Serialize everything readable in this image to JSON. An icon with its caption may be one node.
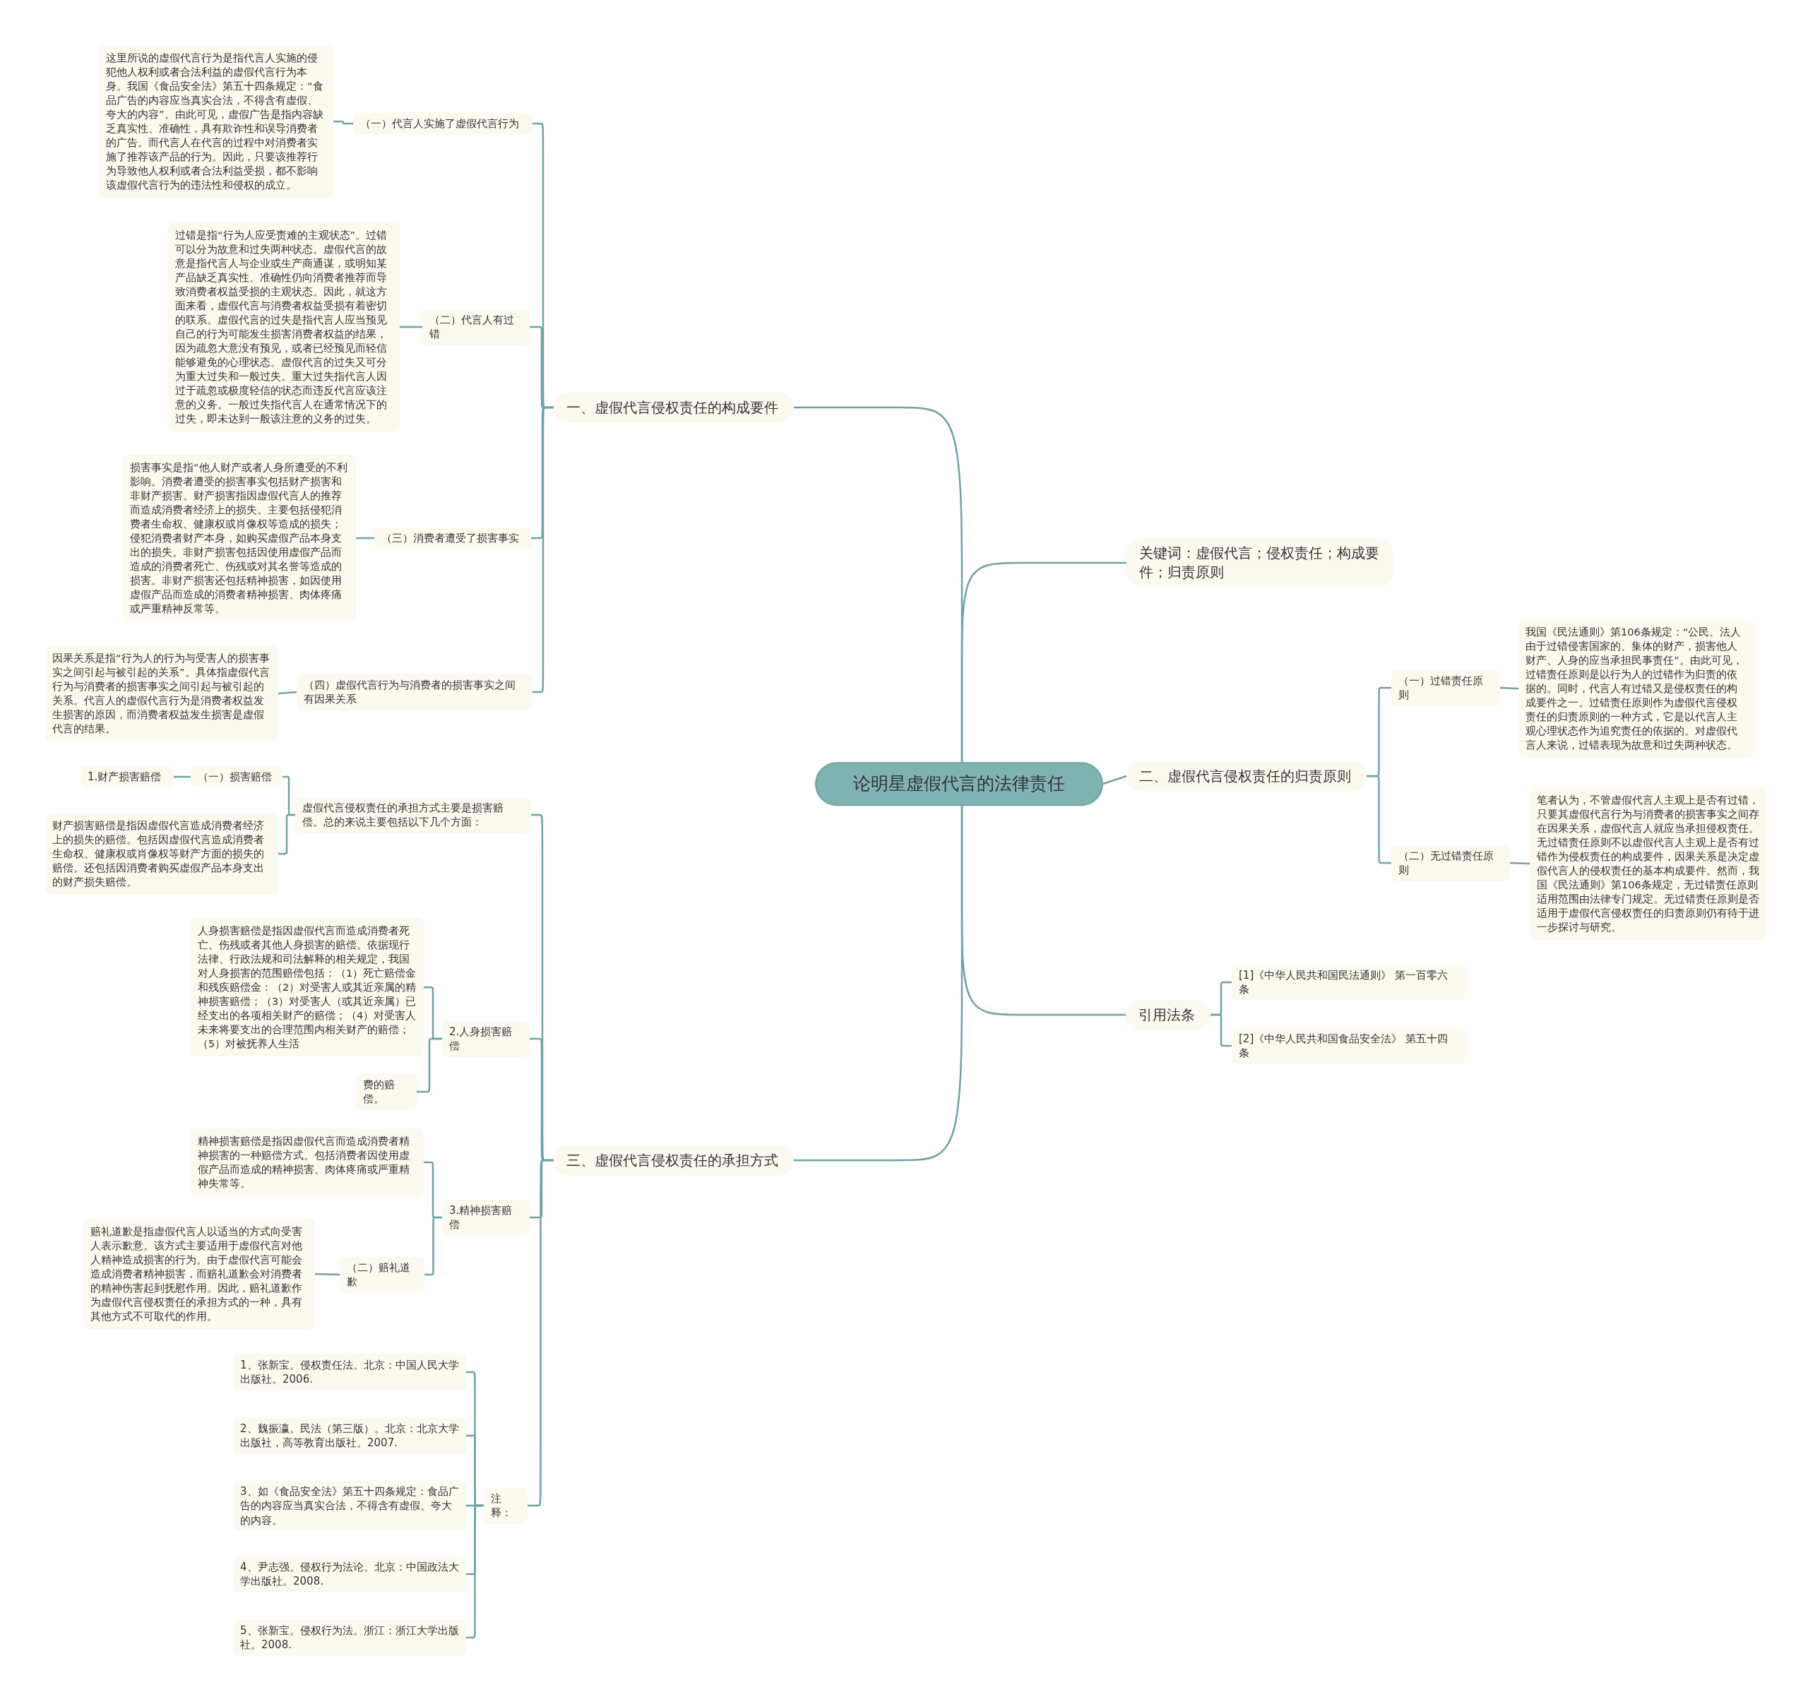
{
  "diagram": {
    "nodes": [
      {
        "text": [
          "论明星虚假代言的法律责任"
        ]
      },
      {
        "text": [
          "一、虚假代言侵权责任的构成要件"
        ]
      },
      {
        "text": [
          "（一）代言人实施了虚假代言行为"
        ]
      },
      {
        "text": [
          "这里所说的虚假代言行为是指代言人实施的侵犯他人权利或者合法利益的虚假代言行为本身。我国《食品安全法》第五十四条规定：“食品广告的内容应当真实合法，不得含有虚假、夸大的内容”。由此可见，虚假广告是指内容缺乏真实性、准确性，具有欺诈性和误导消费者的广告。而代言人在代言的过程中对消费者实施了推荐该产品的行为。因此，只要该推荐行为导致他人权利或者合法利益受损，都不影响该虚假代言行为的违法性和侵权的成立。"
        ]
      },
      {
        "text": [
          "（二）代言人有过错"
        ]
      },
      {
        "text": [
          "过错是指“行为人应受责难的主观状态”。过错可以分为故意和过失两种状态。虚假代言的故意是指代言人与企业或生产商通谋，或明知某产品缺乏真实性、准确性仍向消费者推荐而导致消费者权益受损的主观状态。因此，就这方面来看，虚假代言与消费者权益受损有着密切的联系。虚假代言的过失是指代言人应当预见自己的行为可能发生损害消费者权益的结果，因为疏忽大意没有预见，或者已经预见而轻信能够避免的心理状态。虚假代言的过失又可分为重大过失和一般过失。重大过失指代言人因过于疏忽或极度轻信的状态而违反代言应该注意的义务。一般过失指代言人在通常情况下的过失，即未达到一般该注意的义务的过失。"
        ]
      },
      {
        "text": [
          "（三）消费者遭受了损害事实"
        ]
      },
      {
        "text": [
          "损害事实是指“他人财产或者人身所遭受的不利影响。消费者遭受的损害事实包括财产损害和非财产损害。财产损害指因虚假代言人的推荐而造成消费者经济上的损失。主要包括侵犯消费者生命权、健康权或肖像权等造成的损失；侵犯消费者财产本身，如购买虚假产品本身支出的损失。非财产损害包括因使用虚假产品而造成的消费者死亡、伤残或对其名誉等造成的损害。非财产损害还包括精神损害，如因使用虚假产品而造成的消费者精神损害、肉体疼痛或严重精神反常等。"
        ]
      },
      {
        "text": [
          "（四）虚假代言行为与消费者的损害事实之间有因果关系"
        ]
      },
      {
        "text": [
          "因果关系是指“行为人的行为与受害人的损害事实之间引起与被引起的关系”。具体指虚假代言行为与消费者的损害事实之间引起与被引起的关系。代言人的虚假代言行为是消费者权益发生损害的原因，而消费者权益发生损害是虚假代言的结果。"
        ]
      },
      {
        "text": [
          "二、虚假代言侵权责任的归责原则"
        ]
      },
      {
        "text": [
          "（一）过错责任原则"
        ]
      },
      {
        "text": [
          "我国《民法通则》第106条规定：“公民、法人由于过错侵害国家的、集体的财产，损害他人财产、人身的应当承担民事责任”。由此可见，过错责任原则是以行为人的过错作为归责的依据的。同时，代言人有过错又是侵权责任的构成要件之一。过错责任原则作为虚假代言侵权责任的归责原则的一种方式，它是以代言人主观心理状态作为追究责任的依据的。对虚假代言人来说，过错表现为故意和过失两种状态。"
        ]
      },
      {
        "text": [
          "（二）无过错责任原则"
        ]
      },
      {
        "text": [
          "笔者认为，不管虚假代言人主观上是否有过错，只要其虚假代言行为与消费者的损害事实之间存在因果关系，虚假代言人就应当承担侵权责任。无过错责任原则不以虚假代言人主观上是否有过错作为侵权责任的构成要件，因果关系是决定虚假代言人的侵权责任的基本构成要件。然而，我国《民法通则》第106条规定，无过错责任原则适用范围由法律专门规定。无过错责任原则是否适用于虚假代言侵权责任的归责原则仍有待于进一步探讨与研究。"
        ]
      },
      {
        "text": [
          "关键词：虚假代言；侵权责任；构成要件；归责原则"
        ]
      },
      {
        "text": [
          "引用法条"
        ]
      },
      {
        "text": [
          "[1]《中华人民共和国民法通则》 第一百零六条"
        ]
      },
      {
        "text": [
          "[2]《中华人民共和国食品安全法》 第五十四条"
        ]
      },
      {
        "text": [
          "三、虚假代言侵权责任的承担方式"
        ]
      },
      {
        "text": [
          "虚假代言侵权责任的承担方式主要是损害赔偿。总的来说主要包括以下几个方面："
        ]
      },
      {
        "text": [
          "（一）损害赔偿"
        ]
      },
      {
        "text": [
          "1.财产损害赔偿"
        ]
      },
      {
        "text": [
          "财产损害赔偿是指因虚假代言造成消费者经济上的损失的赔偿。包括因虚假代言造成消费者生命权、健康权或肖像权等财产方面的损失的赔偿。还包括因消费者购买虚假产品本身支出的财产损失赔偿。"
        ]
      },
      {
        "text": [
          "2.人身损害赔偿"
        ]
      },
      {
        "text": [
          "人身损害赔偿是指因虚假代言而造成消费者死亡、伤残或者其他人身损害的赔偿。依据现行法律、行政法规和司法解释的相关规定，我国对人身损害的范围赔偿包括：（1）死亡赔偿金和残疾赔偿金：（2）对受害人或其近亲属的精神损害赔偿；（3）对受害人（或其近亲属）已经支出的各项相关财产的赔偿；（4）对受害人未来将要支出的合理范围内相关财产的赔偿；（5）对被抚养人生活"
        ]
      },
      {
        "text": [
          "费的赔偿。"
        ]
      },
      {
        "text": [
          "3.精神损害赔偿"
        ]
      },
      {
        "text": [
          "精神损害赔偿是指因虚假代言而造成消费者精神损害的一种赔偿方式。包括消费者因使用虚假产品而造成的精神损害、肉体疼痛或严重精神失常等。"
        ]
      },
      {
        "text": [
          "（二）赔礼道歉"
        ]
      },
      {
        "text": [
          "赔礼道歉是指虚假代言人以适当的方式向受害人表示歉意。该方式主要适用于虚假代言对他人精神造成损害的行为。由于虚假代言可能会造成消费者精神损害，而赔礼道歉会对消费者的精神伤害起到抚慰作用。因此，赔礼道歉作为虚假代言侵权责任的承担方式的一种，具有其他方式不可取代的作用。"
        ]
      },
      {
        "text": [
          "注释："
        ]
      },
      {
        "text": [
          "1、张新宝。侵权责任法。北京：中国人民大学出版社。2006."
        ]
      },
      {
        "text": [
          "2、魏振瀛。民法（第三版）。北京：北京大学出版社，高等教育出版社。2007."
        ]
      },
      {
        "text": [
          "3、如《食品安全法》第五十四条规定：食品广告的内容应当真实合法，不得含有虚假、夸大的内容。"
        ]
      },
      {
        "text": [
          "4、尹志强。侵权行为法论。北京：中国政法大学出版社。2008."
        ]
      },
      {
        "text": [
          "5、张新宝。侵权行为法。浙江：浙江大学出版社。2008."
        ]
      }
    ],
    "edges": [
      {
        "from": 0,
        "to": 1,
        "arrow": "none"
      },
      {
        "from": 1,
        "to": 2,
        "arrow": "none"
      },
      {
        "from": 2,
        "to": 3,
        "arrow": "none"
      },
      {
        "from": 1,
        "to": 4,
        "arrow": "none"
      },
      {
        "from": 4,
        "to": 5,
        "arrow": "none"
      },
      {
        "from": 1,
        "to": 6,
        "arrow": "none"
      },
      {
        "from": 6,
        "to": 7,
        "arrow": "none"
      },
      {
        "from": 1,
        "to": 8,
        "arrow": "none"
      },
      {
        "from": 8,
        "to": 9,
        "arrow": "none"
      },
      {
        "from": 0,
        "to": 10,
        "arrow": "none"
      },
      {
        "from": 10,
        "to": 11,
        "arrow": "none"
      },
      {
        "from": 11,
        "to": 12,
        "arrow": "none"
      },
      {
        "from": 10,
        "to": 13,
        "arrow": "none"
      },
      {
        "from": 13,
        "to": 14,
        "arrow": "none"
      },
      {
        "from": 0,
        "to": 15,
        "arrow": "none"
      },
      {
        "from": 0,
        "to": 16,
        "arrow": "none"
      },
      {
        "from": 16,
        "to": 17,
        "arrow": "none"
      },
      {
        "from": 16,
        "to": 18,
        "arrow": "none"
      },
      {
        "from": 0,
        "to": 19,
        "arrow": "none"
      },
      {
        "from": 19,
        "to": 20,
        "arrow": "none"
      },
      {
        "from": 20,
        "to": 21,
        "arrow": "none"
      },
      {
        "from": 21,
        "to": 22,
        "arrow": "none"
      },
      {
        "from": 20,
        "to": 23,
        "arrow": "none"
      },
      {
        "from": 19,
        "to": 24,
        "arrow": "none"
      },
      {
        "from": 24,
        "to": 25,
        "arrow": "none"
      },
      {
        "from": 24,
        "to": 26,
        "arrow": "none"
      },
      {
        "from": 19,
        "to": 27,
        "arrow": "none"
      },
      {
        "from": 27,
        "to": 28,
        "arrow": "none"
      },
      {
        "from": 27,
        "to": 29,
        "arrow": "none"
      },
      {
        "from": 29,
        "to": 30,
        "arrow": "none"
      },
      {
        "from": 19,
        "to": 31,
        "arrow": "none"
      },
      {
        "from": 31,
        "to": 32,
        "arrow": "none"
      },
      {
        "from": 31,
        "to": 33,
        "arrow": "none"
      },
      {
        "from": 31,
        "to": 34,
        "arrow": "none"
      },
      {
        "from": 31,
        "to": 35,
        "arrow": "none"
      },
      {
        "from": 31,
        "to": 36,
        "arrow": "none"
      }
    ]
  }
}
